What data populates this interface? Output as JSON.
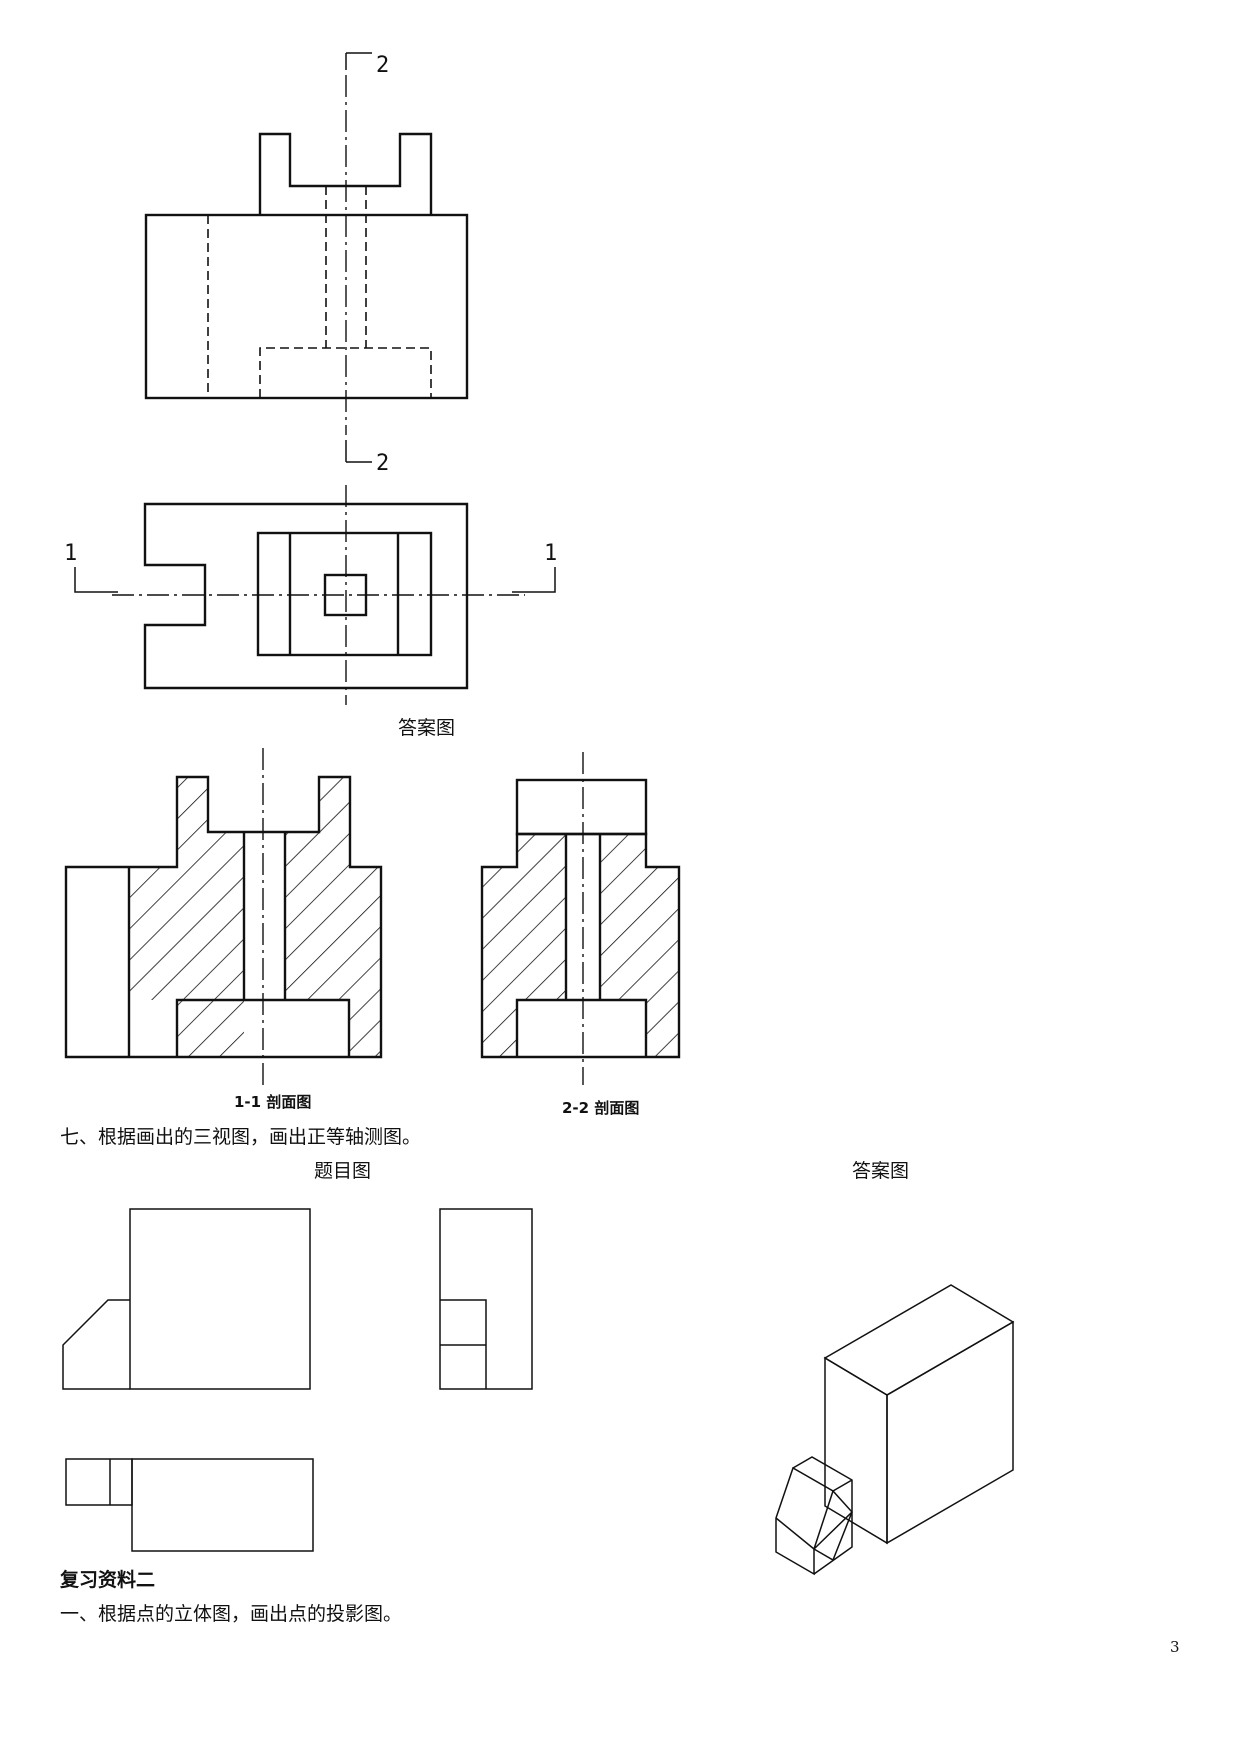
{
  "drawing_labels": {
    "section_2_top": "2",
    "section_2_bottom": "2",
    "section_1_left": "1",
    "section_1_right": "1"
  },
  "answer_caption_1": "答案图",
  "section_caption_1": "1-1 剖面图",
  "section_caption_2": "2-2 剖面图",
  "question_7": "七、根据画出的三视图，画出正等轴测图。",
  "problem_caption": "题目图",
  "answer_caption_2": "答案图",
  "heading_review_2": "复习资料二",
  "question_1": "一、根据点的立体图，画出点的投影图。",
  "page_number": "3"
}
